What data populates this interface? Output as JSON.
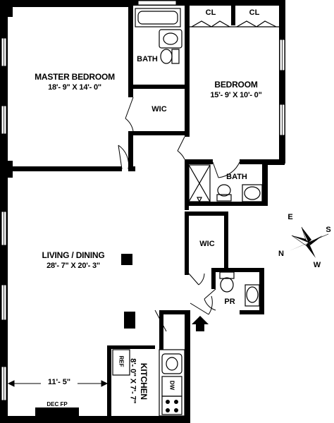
{
  "rooms": {
    "master_bedroom": {
      "name": "MASTER BEDROOM",
      "dims": "18'- 9\" X 14'- 0\""
    },
    "bedroom": {
      "name": "BEDROOM",
      "dims": "15'- 9' X 10'- 0\""
    },
    "living_dining": {
      "name": "LIVING / DINING",
      "dims": "28'- 7\" X 20'- 3\""
    },
    "kitchen": {
      "name": "KITCHEN",
      "dims": "8'- 0\" X 7'- 7\""
    },
    "bath_1": {
      "name": "BATH"
    },
    "bath_2": {
      "name": "BATH"
    },
    "wic_1": {
      "name": "WIC"
    },
    "wic_2": {
      "name": "WIC"
    },
    "powder_room": {
      "name": "PR"
    },
    "closet_1": {
      "name": "CL"
    },
    "closet_2": {
      "name": "CL"
    }
  },
  "annotations": {
    "living_width": "11'- 5\"",
    "fireplace": "DEC FP",
    "refrigerator": "REF",
    "dishwasher": "DW"
  },
  "compass": {
    "north": "N",
    "east": "E",
    "south": "S",
    "west": "W"
  }
}
